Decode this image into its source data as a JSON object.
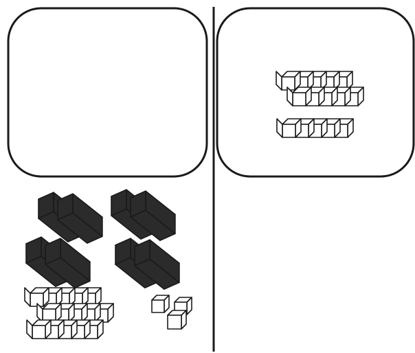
{
  "diagram": {
    "panels": [
      {
        "id": "left-frame",
        "contents": []
      },
      {
        "id": "right-frame",
        "contents": [
          {
            "kind": "white-rod",
            "count": 3,
            "cubes_per_rod": 5
          }
        ]
      }
    ],
    "loose_blocks": {
      "dark_rod_groups": 4,
      "dark_rods_per_group": 2,
      "white_rods": 3,
      "white_cubes_per_rod": 5,
      "white_unit_cubes": 3
    },
    "colors": {
      "outline": "#1a1a1a",
      "dark_block": "#2b2b2b",
      "white_block": "#ffffff",
      "background": "#ffffff"
    }
  }
}
